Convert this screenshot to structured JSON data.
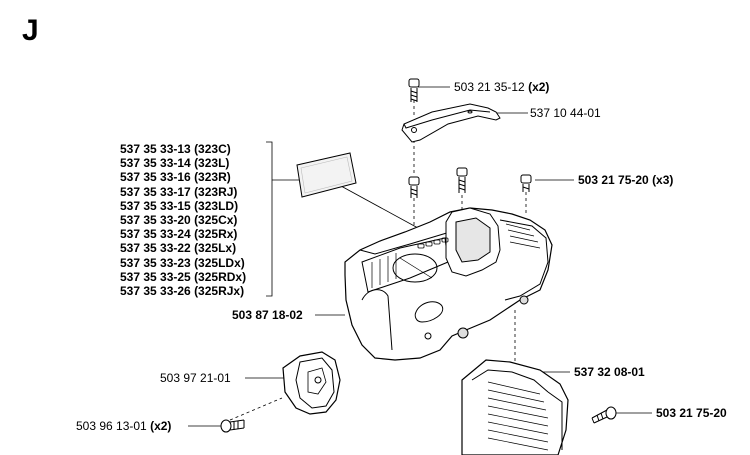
{
  "section_letter": "J",
  "labels": {
    "bolt_top": {
      "part": "503 21 35-12",
      "qty": "(x2)"
    },
    "top_bracket": "537 10 44-01",
    "screw_right": "503 21 75-20 (x3)",
    "housing": "503 87 18-02",
    "cover_plate": "537 32 08-01",
    "air_cover": "503 97 21-01",
    "screw_lower": {
      "part": "503 96 13-01",
      "qty": "(x2)"
    },
    "screw_bottom_right": "503 21 75-20"
  },
  "decal_variants": [
    "537 35 33-13 (323C)",
    "537 35 33-14 (323L)",
    "537 35 33-16 (323R)",
    "537 35 33-17 (323RJ)",
    "537 35 33-15 (323LD)",
    "537 35 33-20 (325Cx)",
    "537 35 33-24 (325Rx)",
    "537 35 33-22 (325Lx)",
    "537 35 33-23 (325LDx)",
    "537 35 33-25 (325RDx)",
    "537 35 33-26 (325RJx)"
  ]
}
